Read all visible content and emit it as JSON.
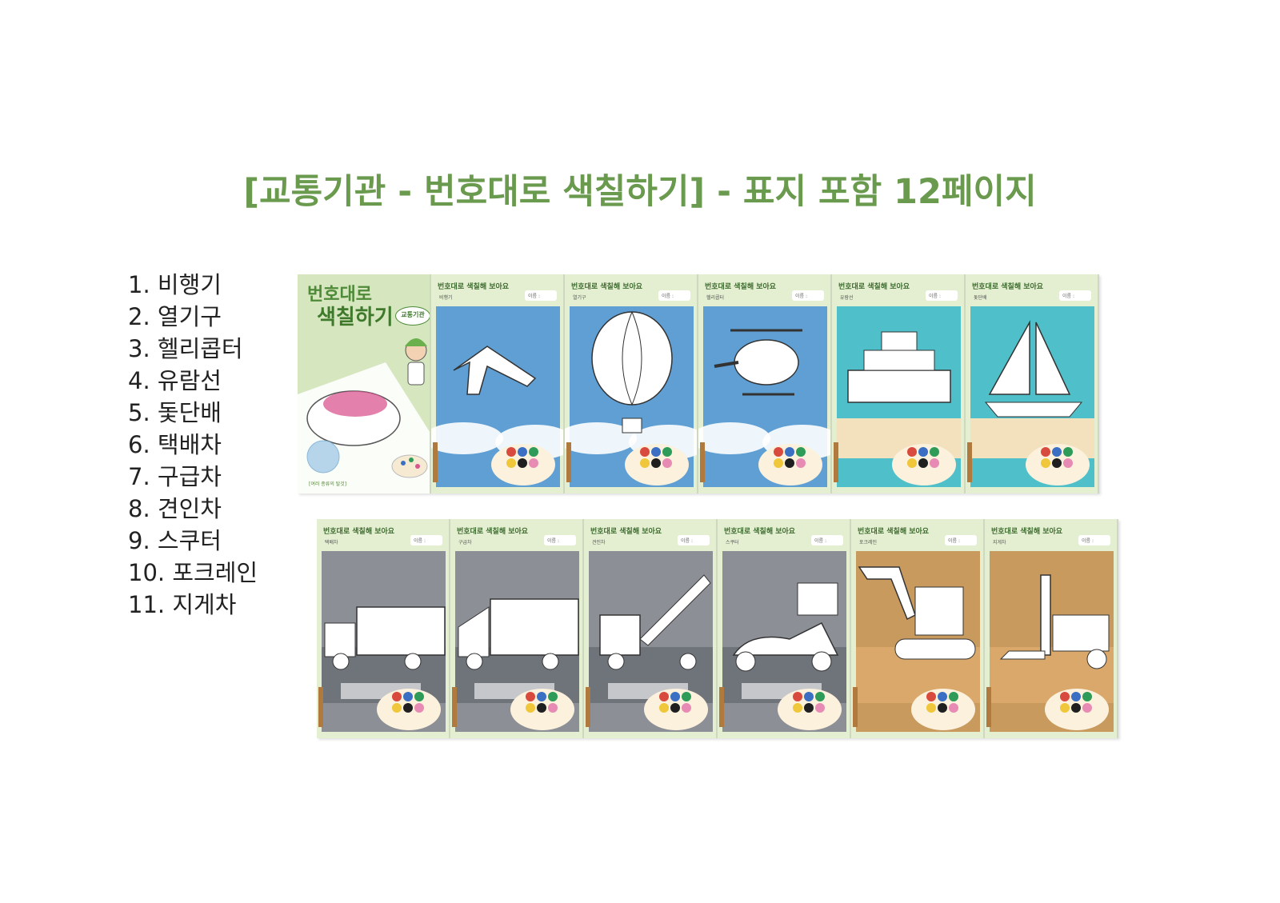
{
  "title": "[교통기관 - 번호대로 색칠하기] - 표지 포함 12페이지",
  "list": [
    "1.  비행기",
    "2. 열기구",
    "3. 헬리콥터",
    "4. 유람선",
    "5. 돛단배",
    "6. 택배차",
    "7. 구급차",
    "8. 견인차",
    "9. 스쿠터",
    "10. 포크레인",
    "11. 지게차"
  ],
  "cover": {
    "title_line1": "번호대로",
    "title_line2": "색칠하기",
    "badge": "교통기관",
    "footer": "[여러 종류의 탈것]"
  },
  "sheet": {
    "header": "번호대로 색칠해 보아요",
    "name_label": "이름 :"
  },
  "pages_row1": [
    {
      "sub": "비행기",
      "art": "plane",
      "scene": "sky"
    },
    {
      "sub": "열기구",
      "art": "balloon",
      "scene": "sky"
    },
    {
      "sub": "헬리콥터",
      "art": "heli",
      "scene": "sky"
    },
    {
      "sub": "유람선",
      "art": "ship",
      "scene": "sea"
    },
    {
      "sub": "돛단배",
      "art": "sail",
      "scene": "sea"
    }
  ],
  "pages_row2": [
    {
      "sub": "택배차",
      "art": "truck",
      "scene": "road"
    },
    {
      "sub": "구급차",
      "art": "ambulance",
      "scene": "road"
    },
    {
      "sub": "견인차",
      "art": "tow",
      "scene": "road"
    },
    {
      "sub": "스쿠터",
      "art": "scooter",
      "scene": "road"
    },
    {
      "sub": "포크레인",
      "art": "excavator",
      "scene": "site"
    },
    {
      "sub": "지게차",
      "art": "forklift",
      "scene": "site"
    }
  ],
  "colors": {
    "title": "#6a9a4e",
    "sheet_bg": "#e3efd0",
    "sky": "#5f9fd3",
    "sea": "#4fc0c9",
    "road": "#8c8f96",
    "site": "#c99a5e"
  }
}
